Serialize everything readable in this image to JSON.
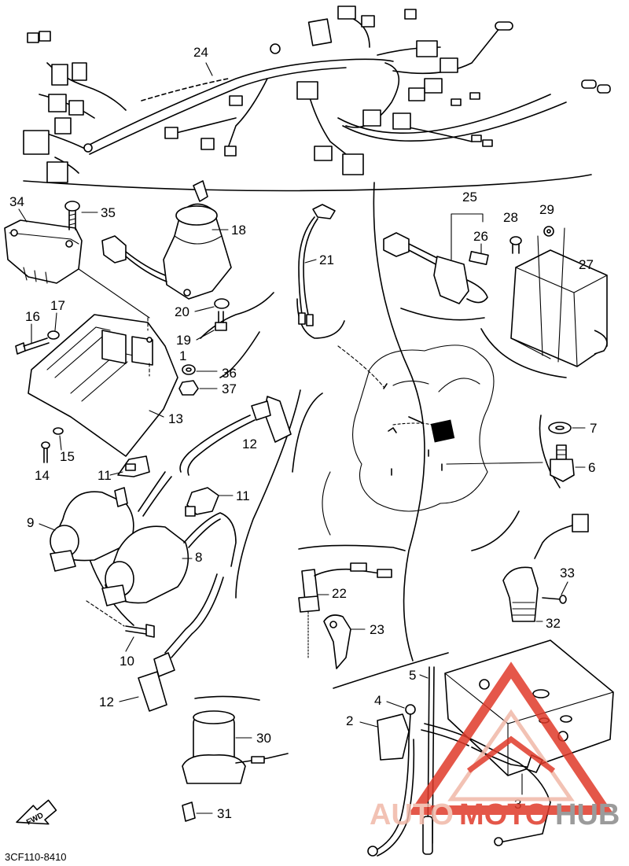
{
  "diagram_code": "3CF110-8410",
  "direction_marker": "FWD",
  "watermark": {
    "text_part1": "AUTO",
    "text_part2": "MOTO",
    "text_part3": "HUB",
    "color_light": "#f0b8a8",
    "color_red": "#e03a2a",
    "color_grey": "#8a8a8a"
  },
  "labels": {
    "p1": "1",
    "p2": "2",
    "p3": "3",
    "p4": "4",
    "p5": "5",
    "p6": "6",
    "p7": "7",
    "p8": "8",
    "p9": "9",
    "p10": "10",
    "p11a": "11",
    "p11b": "11",
    "p12a": "12",
    "p12b": "12",
    "p13": "13",
    "p14": "14",
    "p15": "15",
    "p16": "16",
    "p17": "17",
    "p18": "18",
    "p19": "19",
    "p20": "20",
    "p21": "21",
    "p22": "22",
    "p23": "23",
    "p24": "24",
    "p25": "25",
    "p26": "26",
    "p27": "27",
    "p28": "28",
    "p29": "29",
    "p30": "30",
    "p31": "31",
    "p32": "32",
    "p33": "33",
    "p34": "34",
    "p35": "35",
    "p36": "36",
    "p37": "37"
  }
}
